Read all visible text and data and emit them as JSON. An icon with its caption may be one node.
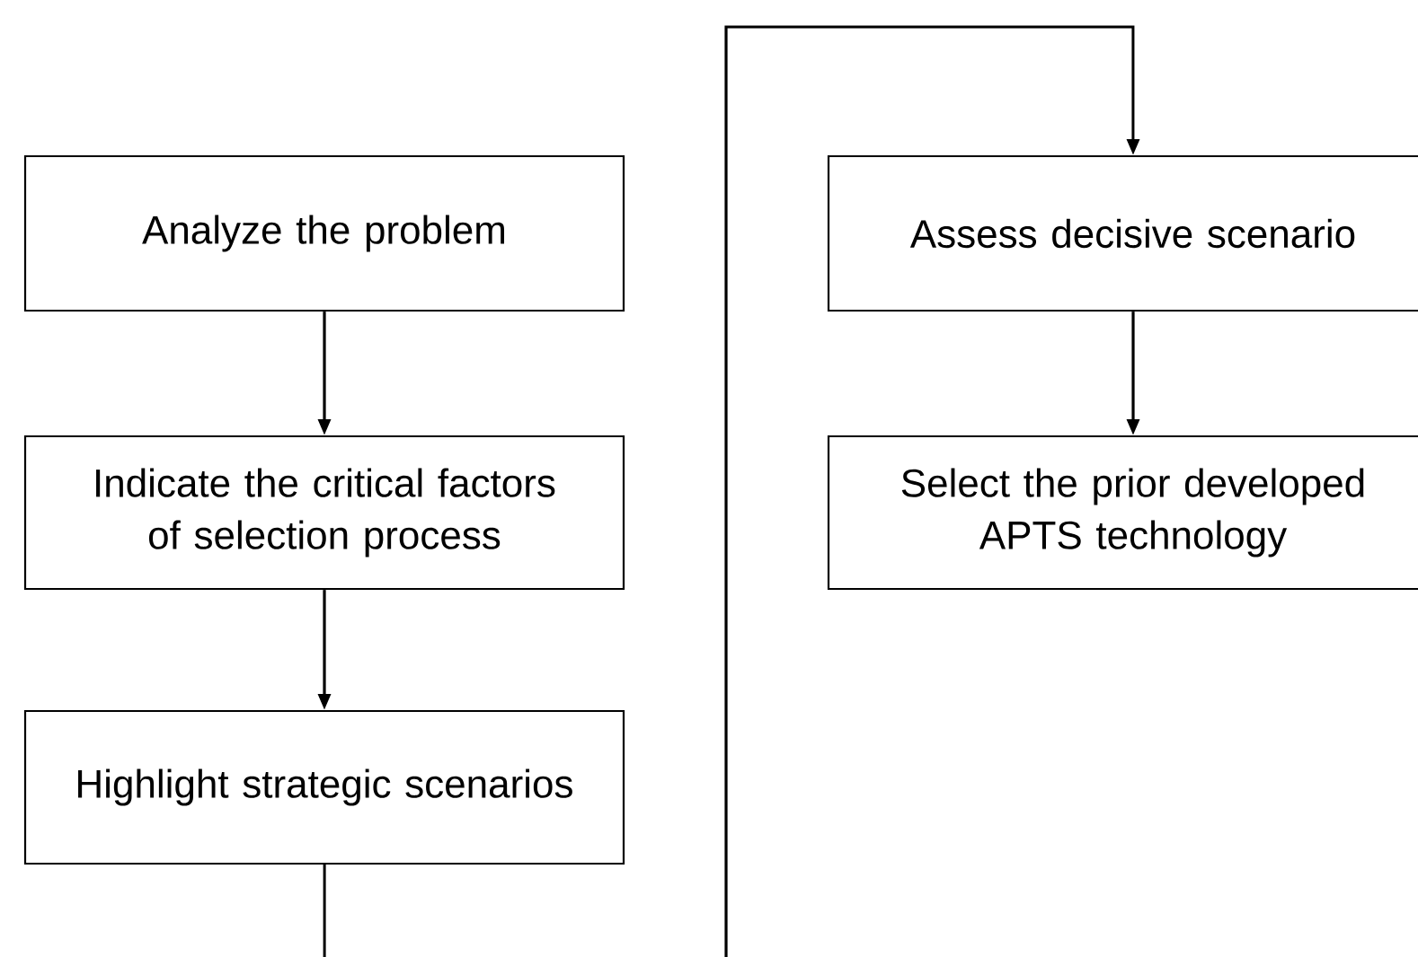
{
  "diagram": {
    "nodes": [
      {
        "text": [
          "Analyze the problem"
        ]
      },
      {
        "text": [
          "Indicate the critical factors of selection process"
        ]
      },
      {
        "text": [
          "Highlight strategic scenarios"
        ]
      },
      {
        "text": [
          "Assess decisive scenario"
        ]
      },
      {
        "text": [
          "Select the prior developed APTS technology"
        ]
      }
    ],
    "edges": [
      {
        "from": 0,
        "to": 1,
        "arrow": "to"
      },
      {
        "from": 1,
        "to": 2,
        "arrow": "to"
      },
      {
        "from": 2,
        "to": 3,
        "arrow": "to"
      },
      {
        "from": 3,
        "to": 4,
        "arrow": "to"
      }
    ]
  }
}
